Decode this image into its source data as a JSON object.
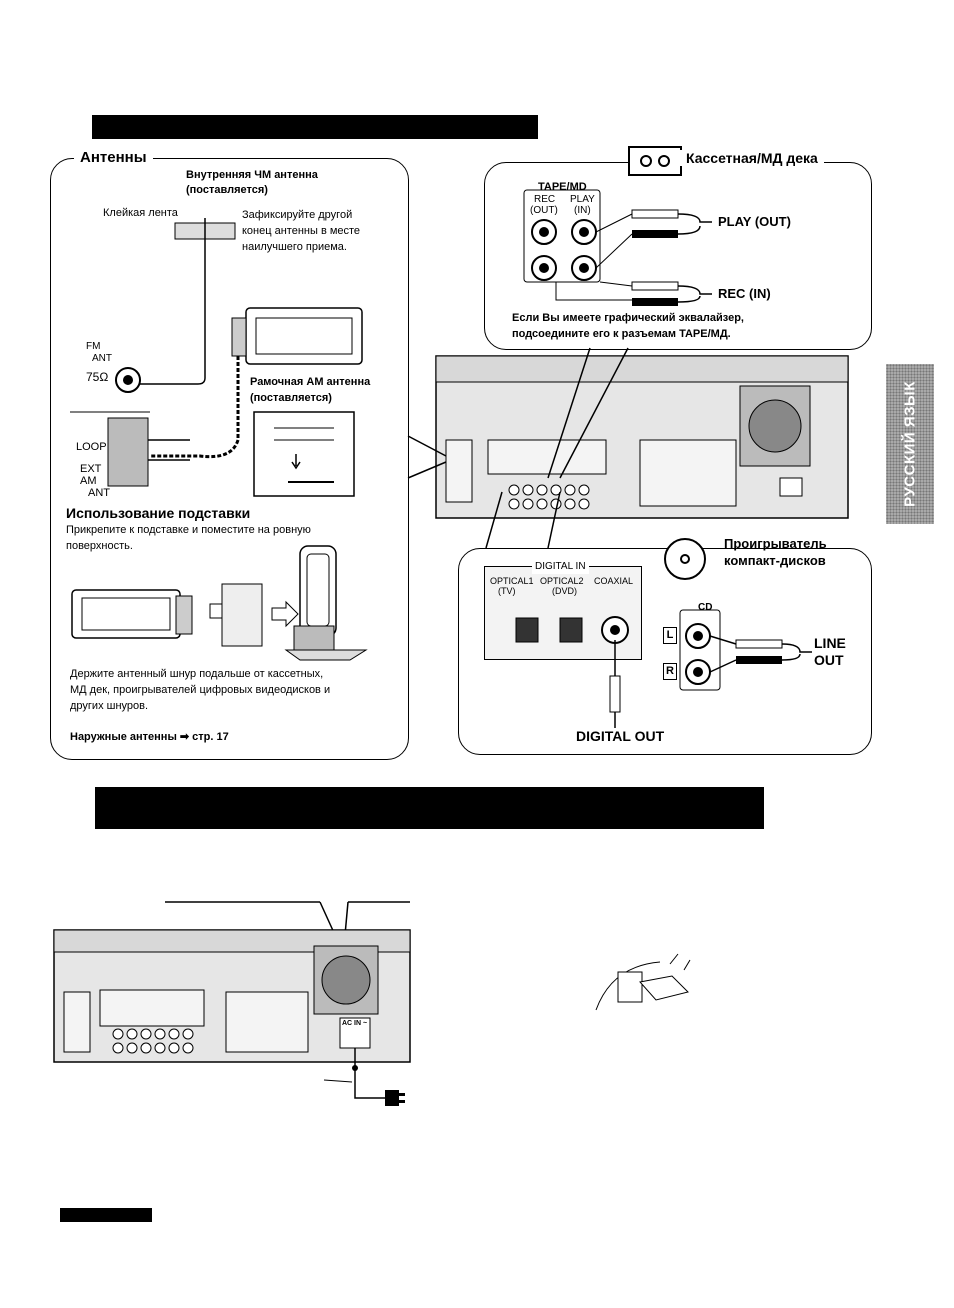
{
  "antennas": {
    "heading": "Антенны",
    "fm_indoor_title": "Внутренняя ЧМ антенна",
    "fm_indoor_supplied": "(поставляется)",
    "tape_label": "Клейкая лента",
    "fix_note_1": "Зафиксируйте другой",
    "fix_note_2": "конец антенны в месте",
    "fix_note_3": "наилучшего приема.",
    "fm_ant": "FM",
    "fm_ant2": "ANT",
    "ohm": "75Ω",
    "am_loop_title": "Рамочная AM антенна",
    "am_loop_supplied": "(поставляется)",
    "loop": "LOOP",
    "ext": "EXT",
    "am": "AM",
    "ant": "ANT",
    "stand_heading": "Использование подставки",
    "stand_text_1": "Прикрепите к подставке и поместите на ровную",
    "stand_text_2": "поверхность.",
    "keep_away_1": "Держите антенный шнур подальше от кассетных,",
    "keep_away_2": "МД дек, проигрывателей цифровых видеодисков и",
    "keep_away_3": "других шнуров.",
    "outdoor": "Наружные антенны ➡ стр. 17"
  },
  "tape": {
    "heading": "Кассетная/МД дека",
    "jack_group": "TAPE/MD",
    "rec": "REC",
    "rec_out": "(OUT)",
    "play": "PLAY",
    "play_in": "(IN)",
    "play_out": "PLAY (OUT)",
    "rec_in": "REC (IN)",
    "eq_note_1": "Если Вы имеете графический эквалайзер,",
    "eq_note_2": "подсоедините его к разъемам TAPE/МД."
  },
  "cd": {
    "heading_1": "Проигрыватель",
    "heading_2": "компакт-дисков",
    "digital_in": "DIGITAL IN",
    "optical1": "OPTICAL1",
    "optical1_tv": "(TV)",
    "optical2": "OPTICAL2",
    "optical2_dvd": "(DVD)",
    "coaxial": "COAXIAL",
    "cd_group": "CD",
    "l": "L",
    "r": "R",
    "line": "LINE",
    "out": "OUT",
    "digital_out": "DIGITAL OUT"
  },
  "power": {
    "ac_in": "AC IN ~"
  },
  "side_tab": "РУССКИЙ ЯЗЫК"
}
